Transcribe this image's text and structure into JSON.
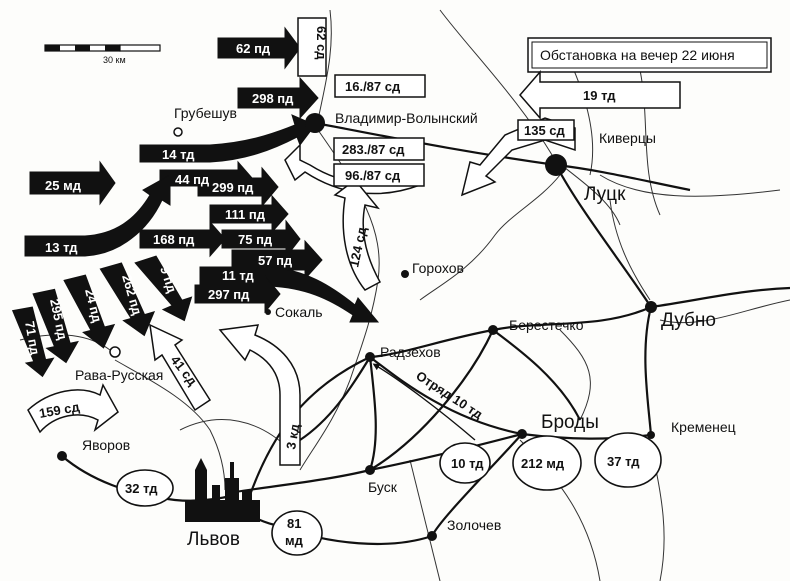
{
  "title": "Обстановка на вечер 22 июня",
  "scale": {
    "label": "30 км"
  },
  "cities": {
    "grubeshuv": "Грубешув",
    "vladimir": "Владимир-Волынский",
    "kivertsy": "Киверцы",
    "lutsk": "Луцк",
    "gorokhov": "Горохов",
    "sokal": "Сокаль",
    "berestechko": "Берестечко",
    "dubno": "Дубно",
    "radzekhov": "Радзехов",
    "rava": "Рава-Русская",
    "brody": "Броды",
    "kremenets": "Кременец",
    "yavorov": "Яворов",
    "busk": "Буск",
    "zolochev": "Золочев",
    "lvov": "Львов"
  },
  "german_units": {
    "pd62": "62 пд",
    "pd298": "298 пд",
    "td14": "14 тд",
    "pd44": "44 пд",
    "md25": "25 мд",
    "pd299": "299 пд",
    "pd111": "111 пд",
    "td13": "13 тд",
    "pd168": "168 пд",
    "pd75": "75 пд",
    "pd57": "57 пд",
    "td11": "11 тд",
    "pd297": "297 пд",
    "pd71": "71 пд",
    "pd295": "295 пд",
    "pd24": "24 пд",
    "pd262": "262 пд",
    "pd9": "9 пд"
  },
  "soviet_units": {
    "sd62": "62 сд",
    "sd16_87": "16./87 сд",
    "sd283_87": "283./87 сд",
    "sd96_87": "96./87 сд",
    "td19": "19 тд",
    "sd135": "135 сд",
    "sd124": "124 сд",
    "sd41": "41 сд",
    "kd3": "3 кд",
    "sd159": "159 сд",
    "td10_otryad": "Отряд 10 тд",
    "td10": "10 тд",
    "md212": "212 мд",
    "td37": "37 тд",
    "td32": "32 тд",
    "md81_a": "81",
    "md81_b": "мд"
  }
}
